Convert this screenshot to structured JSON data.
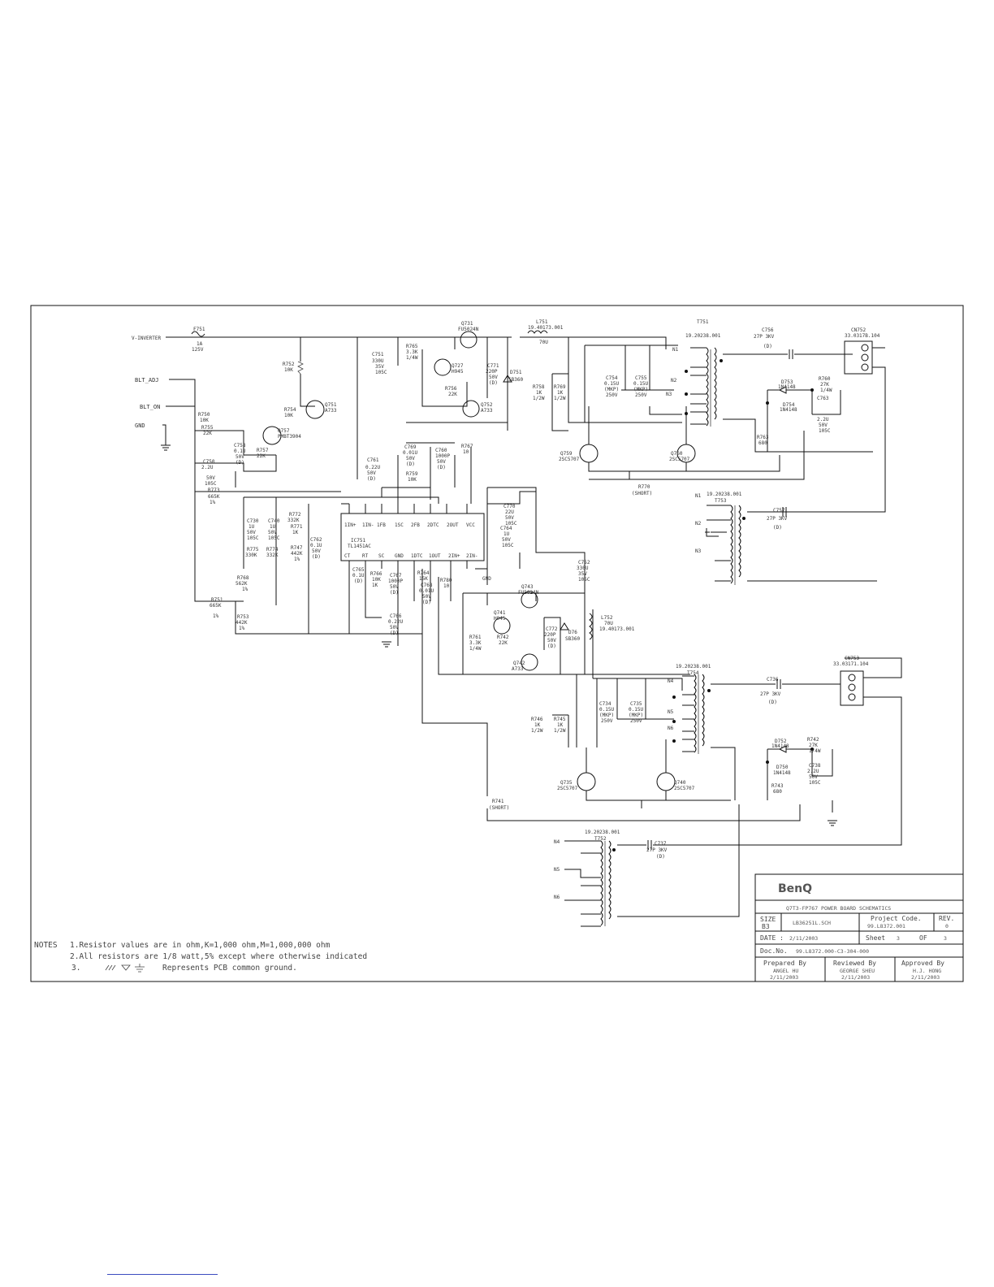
{
  "inputs": {
    "inverter": "V-INVERTER",
    "blt_adj": "BLT_ADJ",
    "blt_on": "BLT_ON",
    "gnd": "GND"
  },
  "components": {
    "f751": {
      "ref": "F751",
      "value": "1A",
      "rating": "125V"
    },
    "r752": {
      "ref": "R752",
      "value": "10K"
    },
    "r750": {
      "ref": "R750",
      "value": "10K"
    },
    "r755": {
      "ref": "R755",
      "value": "22K"
    },
    "r754": {
      "ref": "R754",
      "value": "10K"
    },
    "r757": {
      "ref": "R757",
      "value": "22K"
    },
    "c750": {
      "ref": "C750",
      "value": "2.2U",
      "v": "50V",
      "t": "105C"
    },
    "c758": {
      "ref": "C758",
      "value": "0.1U",
      "v": "50V",
      "t": "(D)"
    },
    "r773": {
      "ref": "R773",
      "value": "665K",
      "t": "1%"
    },
    "q757": {
      "ref": "Q757",
      "type": "PMBT3904"
    },
    "q751": {
      "ref": "Q751",
      "type": "A733"
    },
    "c751": {
      "ref": "C751",
      "value": "330U",
      "v": "35V",
      "t": "105C"
    },
    "r765": {
      "ref": "R765",
      "value": "3.3K",
      "t": "1/4W"
    },
    "q731": {
      "ref": "Q731",
      "type": "FU5024N"
    },
    "q727": {
      "ref": "Q727",
      "type": "H945"
    },
    "r756": {
      "ref": "R756",
      "value": "22K"
    },
    "q752": {
      "ref": "Q752",
      "type": "A733"
    },
    "c771": {
      "ref": "C771",
      "value": "220P",
      "v": "50V",
      "t": "(D)"
    },
    "d751": {
      "ref": "D751",
      "type": "SB360"
    },
    "l751": {
      "ref": "L751",
      "part": "19.40173.001",
      "value": "70U"
    },
    "t751": {
      "ref": "T751",
      "part": "19.20238.001"
    },
    "c754": {
      "ref": "C754",
      "value": "0.15U",
      "t": "(MKP)",
      "v": "250V"
    },
    "c755": {
      "ref": "C755",
      "value": "0.15U",
      "t": "(MKP)",
      "v": "250V"
    },
    "r758": {
      "ref": "R758",
      "value": "1K",
      "t": "1/2W"
    },
    "r769": {
      "ref": "R769",
      "value": "1K",
      "t": "1/2W"
    },
    "q759": {
      "ref": "Q759",
      "type": "2SC5707"
    },
    "q760": {
      "ref": "Q760",
      "type": "2SC5707"
    },
    "r770": {
      "ref": "R770",
      "value": "(SHORT)"
    },
    "c756": {
      "ref": "C756",
      "value": "27P 3KV",
      "t": "(D)"
    },
    "cn752": {
      "ref": "CN752",
      "part": "33.0317B.104"
    },
    "d753": {
      "ref": "D753",
      "type": "1N4148"
    },
    "d754": {
      "ref": "D754",
      "type": "1N4148"
    },
    "r760": {
      "ref": "R760",
      "value": "27K",
      "t": "1/4W"
    },
    "c763": {
      "ref": "C763",
      "value": "2.2U",
      "v": "50V",
      "t": "105C"
    },
    "r763": {
      "ref": "R763",
      "value": "680"
    },
    "c761": {
      "ref": "C761",
      "value": "0.22U",
      "v": "50V",
      "t": "(D)"
    },
    "c769": {
      "ref": "C769",
      "value": "0.01U",
      "v": "50V",
      "t": "(D)"
    },
    "r759": {
      "ref": "R759",
      "value": "10K"
    },
    "c760": {
      "ref": "C760",
      "value": "1000P",
      "v": "50V",
      "t": "(D)"
    },
    "r767": {
      "ref": "R767",
      "value": "10"
    },
    "t753": {
      "ref": "T753",
      "part": "19.20238.001"
    },
    "c757": {
      "ref": "C757",
      "value": "27P 3KV",
      "t": "(D)"
    },
    "c770": {
      "ref": "C770",
      "value": "22U",
      "v": "50V",
      "t": "105C"
    },
    "c764": {
      "ref": "C764",
      "value": "1U",
      "v": "50V",
      "t": "105C"
    },
    "c752": {
      "ref": "C752",
      "value": "330U",
      "v": "35V",
      "t": "105C"
    },
    "ic751": {
      "ref": "IC751",
      "type": "TL1451AC"
    },
    "c730": {
      "ref": "C730",
      "value": "1U",
      "v": "50V",
      "t": "105C"
    },
    "c740": {
      "ref": "C740",
      "value": "1U",
      "v": "50V",
      "t": "105C"
    },
    "r772": {
      "ref": "R772",
      "value": "332K"
    },
    "r771": {
      "ref": "R771",
      "value": "1K"
    },
    "r775": {
      "ref": "R775",
      "value": "330K"
    },
    "r774": {
      "ref": "R774",
      "value": "332K"
    },
    "r747": {
      "ref": "R747",
      "value": "442K",
      "t": "1%"
    },
    "c762": {
      "ref": "C762",
      "value": "0.1U",
      "v": "50V",
      "t": "(D)"
    },
    "r768": {
      "ref": "R768",
      "value": "562K",
      "t": "1%"
    },
    "r751": {
      "ref": "R751",
      "value": "665K",
      "t": "1%"
    },
    "r753": {
      "ref": "R753",
      "value": "442K",
      "t": "1%"
    },
    "c765": {
      "ref": "C765",
      "value": "0.1U",
      "t": "(D)"
    },
    "r766": {
      "ref": "R766",
      "value": "10K",
      "t": "1K"
    },
    "c767": {
      "ref": "C767",
      "value": "1000P",
      "v": "50V",
      "t": "(D)"
    },
    "r764": {
      "ref": "R764",
      "value": "15K"
    },
    "c768": {
      "ref": "C768",
      "value": "0.01U",
      "v": "50V",
      "t": "(D)"
    },
    "c766": {
      "ref": "C766",
      "value": "0.22U",
      "v": "50V",
      "t": "(D)"
    },
    "r780": {
      "ref": "R780",
      "value": "10"
    },
    "gnd_net": {
      "label": "GND"
    },
    "q743": {
      "ref": "Q743",
      "type": "FU5024N"
    },
    "q741": {
      "ref": "Q741",
      "type": "H945"
    },
    "r761": {
      "ref": "R761",
      "value": "3.3K",
      "t": "1/4W"
    },
    "r742": {
      "ref": "R742",
      "value": "22K"
    },
    "q742": {
      "ref": "Q742",
      "type": "A733"
    },
    "c772": {
      "ref": "C772",
      "value": "220P",
      "v": "50V",
      "t": "(D)"
    },
    "d76": {
      "ref": "D76",
      "type": "SB360"
    },
    "l752": {
      "ref": "L752",
      "value": "70U",
      "part": "19.40173.001"
    },
    "t754": {
      "ref": "T754",
      "part": "19.20238.001"
    },
    "c736": {
      "ref": "C736",
      "value": "27P 3KV",
      "t": "(D)"
    },
    "cn753": {
      "ref": "CN753",
      "part": "33.03171.104"
    },
    "c734": {
      "ref": "C734",
      "value": "0.15U",
      "t": "(MKP)",
      "v": "250V"
    },
    "c735": {
      "ref": "C735",
      "value": "0.15U",
      "t": "(MKP)",
      "v": "250V"
    },
    "r746": {
      "ref": "R746",
      "value": "1K",
      "t": "1/2W"
    },
    "r745": {
      "ref": "R745",
      "value": "1K",
      "t": "1/2W"
    },
    "q735": {
      "ref": "Q735",
      "type": "2SC5707"
    },
    "q740": {
      "ref": "Q740",
      "type": "2SC5707"
    },
    "d752": {
      "ref": "D752",
      "type": "1N4148"
    },
    "d750": {
      "ref": "D750",
      "type": "1N4148"
    },
    "r742b": {
      "ref": "R742",
      "value": "27K",
      "t": "1/4W"
    },
    "c738": {
      "ref": "C738",
      "value": "2.2U",
      "v": "50V",
      "t": "105C"
    },
    "r743": {
      "ref": "R743",
      "value": "680"
    },
    "r741": {
      "ref": "R741",
      "value": "(SHORT)"
    },
    "t752": {
      "ref": "T752",
      "part": "19.20238.001"
    },
    "c737": {
      "ref": "C737",
      "value": "27P 3KV",
      "t": "(D)"
    }
  },
  "notes": {
    "head": "NOTES",
    "n1": "1.Resistor values are in ohm,K=1,000 ohm,M=1,000,000 ohm",
    "n2": "2.All resistors are 1/8 watt,5% except where otherwise indicated",
    "n3_num": "3.",
    "n3": "Represents PCB common ground."
  },
  "title_block": {
    "logo": "BenQ",
    "title": "Q7T3-FP767   POWER BOARD   SCHEMATICS",
    "size_label": "SIZE",
    "size": "B3",
    "file": "LB36251L.SCH",
    "project_label": "Project Code.",
    "project_code": "99.L8372.001",
    "rev_label": "REV.",
    "rev": "0",
    "date_label": "DATE :",
    "date": "2/11/2003",
    "sheet_label": "Sheet",
    "sheet": "3",
    "of_label": "OF",
    "of": "3",
    "doc_label": "Doc.No.",
    "doc": "99.L8372.000-C3-304-000",
    "prepared_label": "Prepared By",
    "prepared_name": "ANGEL HU",
    "prepared_date": "2/11/2003",
    "reviewed_label": "Reviewed By",
    "reviewed_name": "GEORGE SHEU",
    "reviewed_date": "2/11/2003",
    "approved_label": "Approved By",
    "approved_name": "H.J. HONG",
    "approved_date": "2/11/2003"
  },
  "colors": {
    "ink": "#111111",
    "paper": "#ffffff",
    "link": "#3b4cc0"
  }
}
